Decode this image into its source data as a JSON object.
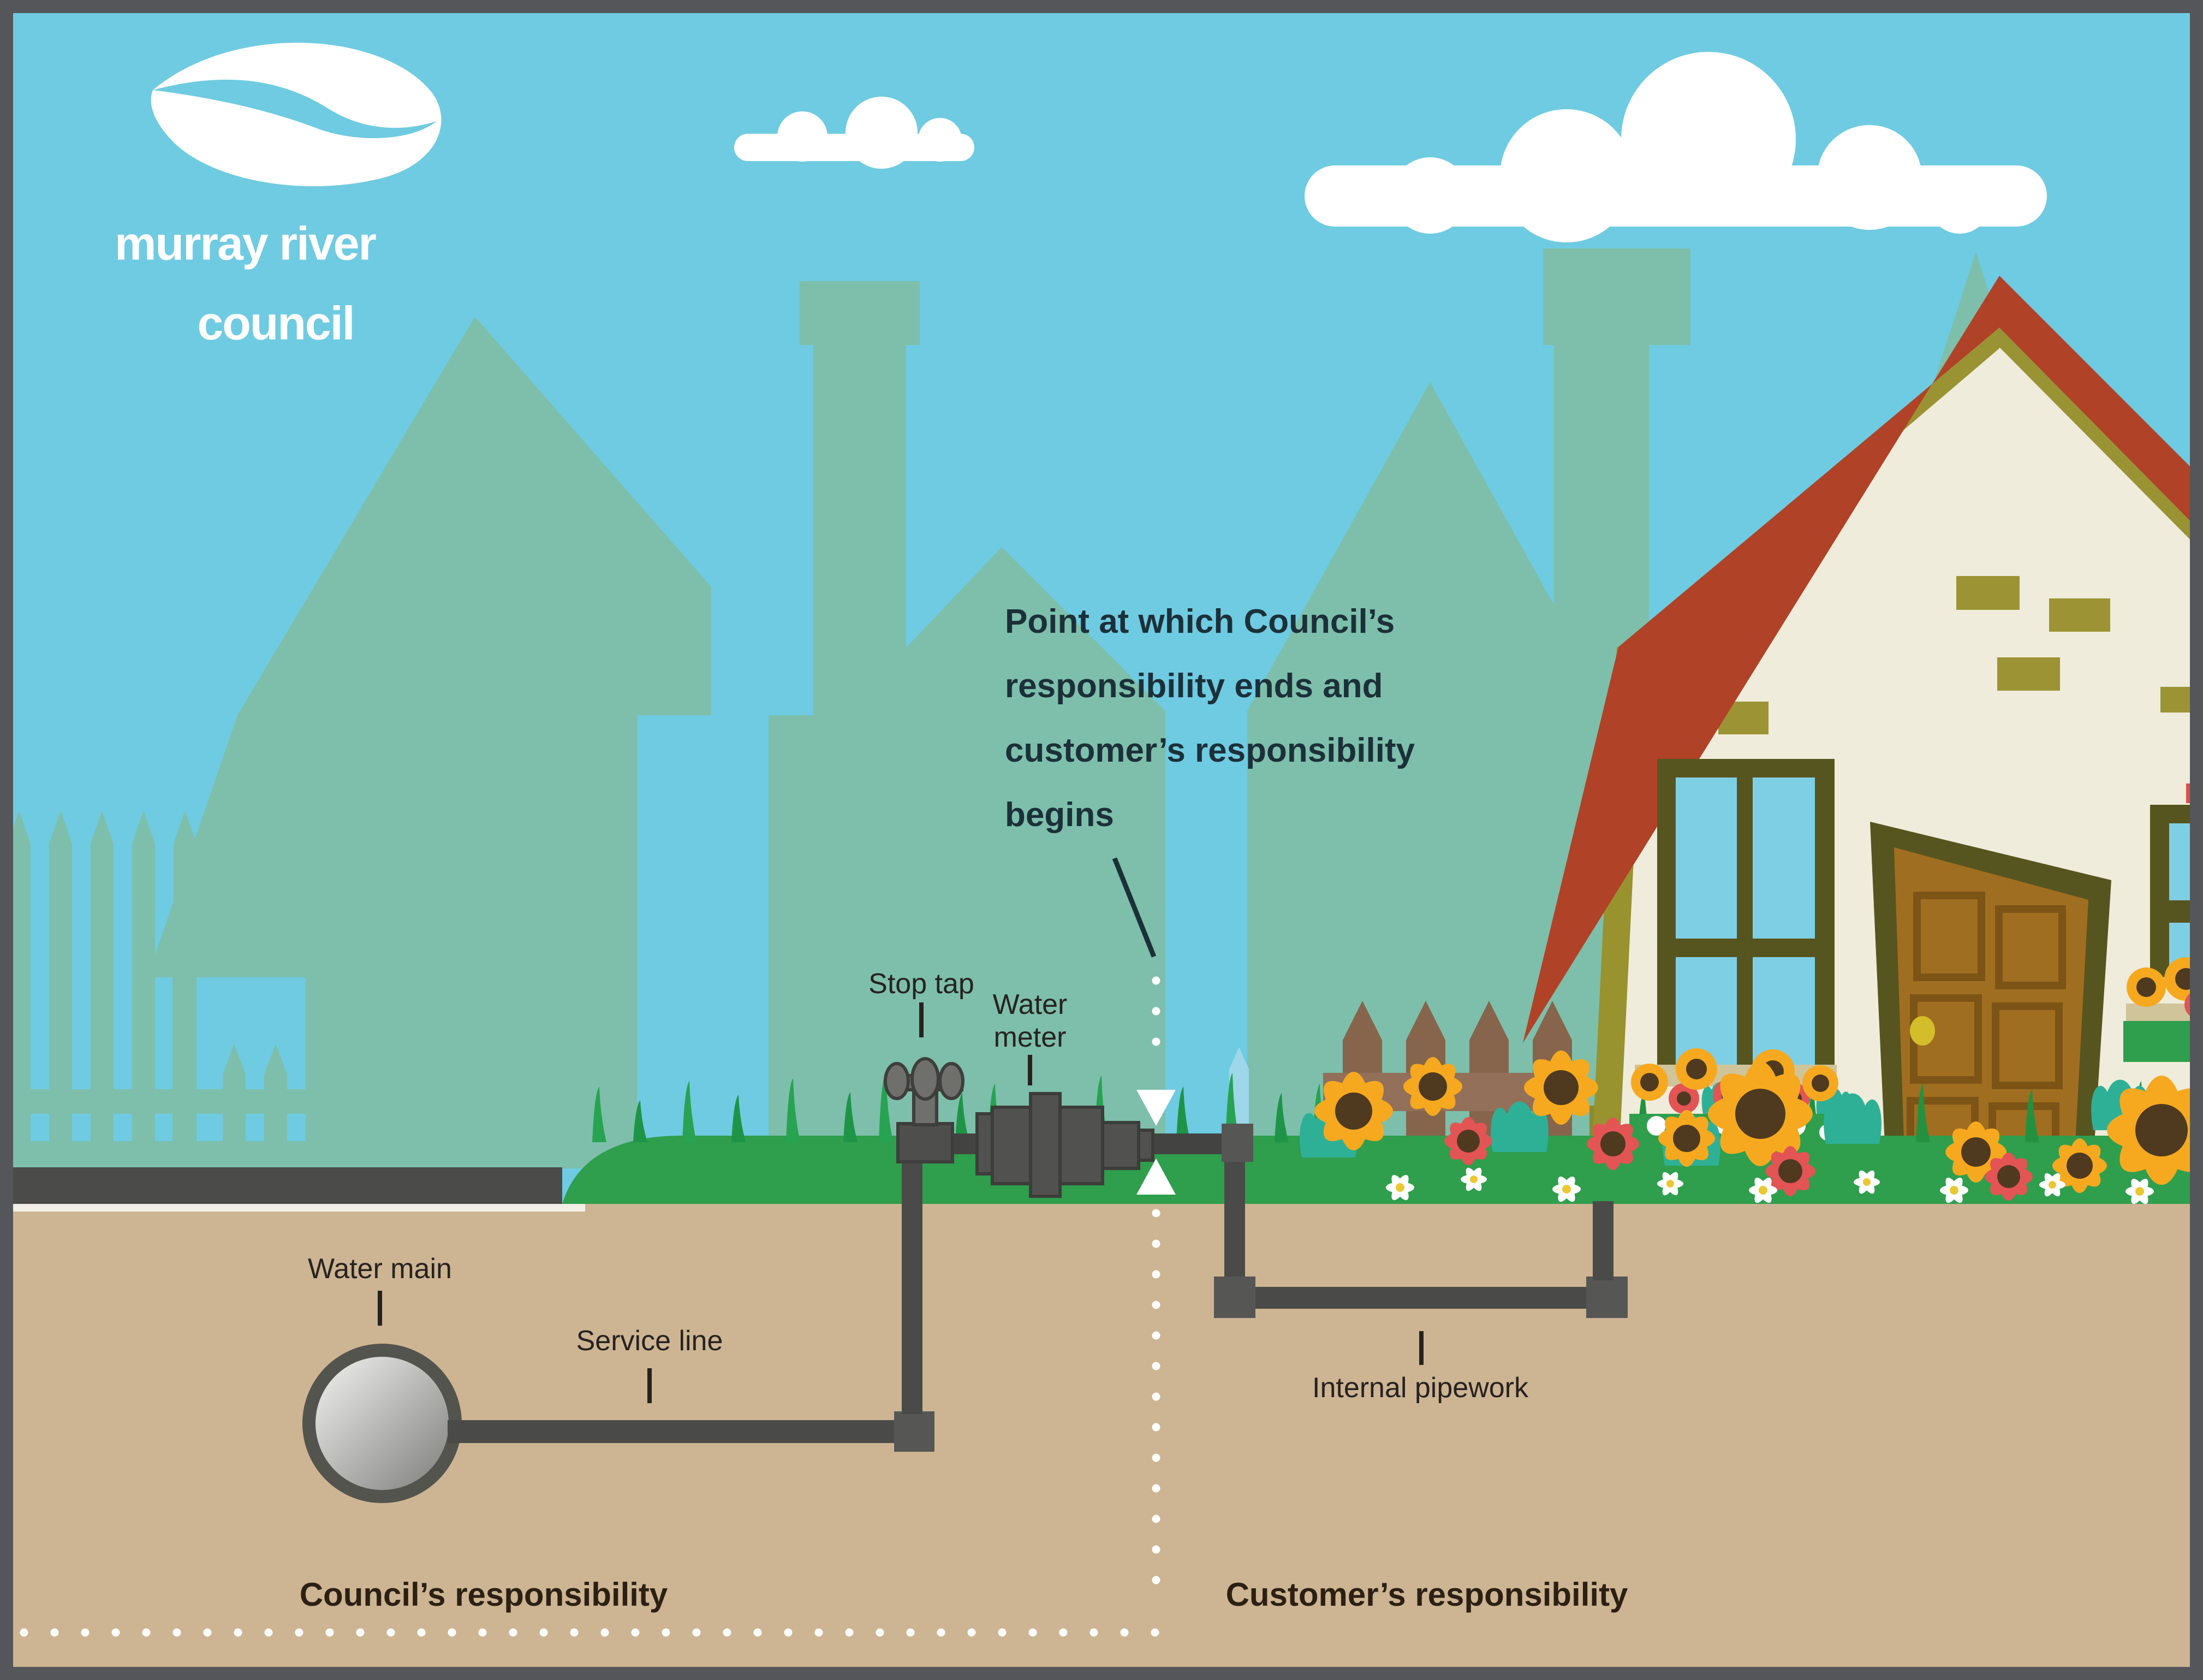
{
  "logo": {
    "line1": "murray river",
    "line2": "council",
    "mark": "river-swoosh-icon"
  },
  "annotations": {
    "point_label": {
      "lines": [
        "Point at which Council’s",
        "responsibility ends and",
        "customer’s responsibility",
        "begins"
      ]
    },
    "stop_tap": "Stop tap",
    "water_meter": {
      "lines": [
        "Water",
        "meter"
      ]
    },
    "water_main": "Water main",
    "service_line": "Service line",
    "internal_pipework": "Internal pipework",
    "council_responsibility": "Council’s responsibility",
    "customer_responsibility": "Customer’s responsibility"
  },
  "colors": {
    "sky": "#6fcbe1",
    "silhouette_teal": "#7dbfab",
    "grass_green": "#2f9e4d",
    "ground_tan": "#cdb593",
    "road_gray": "#4b4b49",
    "pipe_gray": "#4a4b48",
    "roof_red": "#b04227",
    "wall_cream": "#efecdb",
    "olive_trim": "#57551f",
    "olive_light": "#9c9434",
    "door_brown": "#a06e20",
    "fence_brown": "#8a6950",
    "sunflower_yellow": "#f6a91f",
    "flower_red": "#e35454",
    "tulip_teal": "#2eb096",
    "headline_text": "#1c3039",
    "label_text": "#272220",
    "dotted_line": "#ffffff"
  }
}
